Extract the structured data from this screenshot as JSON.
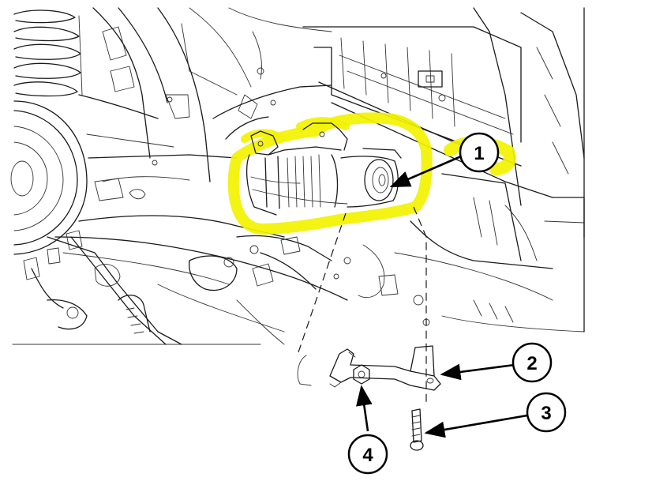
{
  "colors": {
    "highlight": "#f2f200",
    "line": "#1a1a1a",
    "background": "#ffffff"
  },
  "callouts": [
    {
      "number": "1",
      "label": "callout-1"
    },
    {
      "number": "2",
      "label": "callout-2"
    },
    {
      "number": "3",
      "label": "callout-3"
    },
    {
      "number": "4",
      "label": "callout-4"
    }
  ]
}
